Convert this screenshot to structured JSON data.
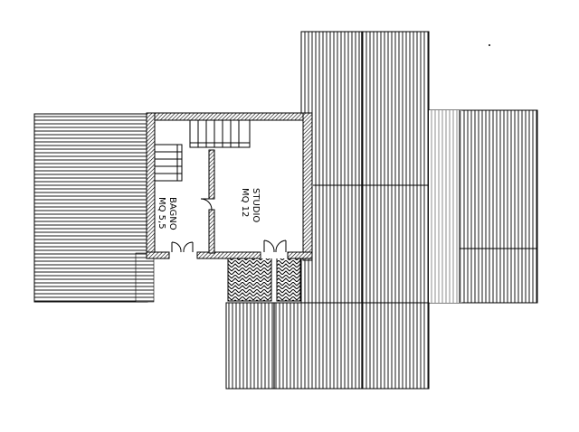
{
  "rooms": {
    "bagno": {
      "name": "BAGNO",
      "area": "MQ 5,5"
    },
    "studio": {
      "name": "STUDIO",
      "area": "MQ 12"
    }
  },
  "colors": {
    "ink": "#000000",
    "paper": "#ffffff"
  }
}
